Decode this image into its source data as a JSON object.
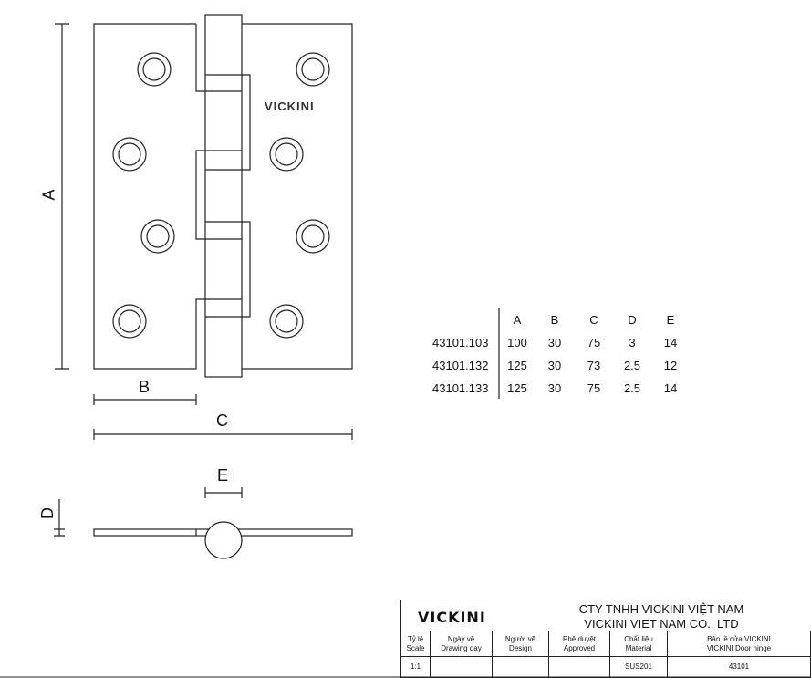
{
  "dimension_labels": {
    "A": "A",
    "B": "B",
    "C": "C",
    "D": "D",
    "E": "E"
  },
  "hinge_logo": "VICKINI",
  "spec_table": {
    "headers": [
      "A",
      "B",
      "C",
      "D",
      "E"
    ],
    "rows": [
      {
        "code": "43101.103",
        "values": [
          "100",
          "30",
          "75",
          "3",
          "14"
        ]
      },
      {
        "code": "43101.132",
        "values": [
          "125",
          "30",
          "73",
          "2.5",
          "12"
        ]
      },
      {
        "code": "43101.133",
        "values": [
          "125",
          "30",
          "75",
          "2.5",
          "14"
        ]
      }
    ]
  },
  "title_block": {
    "logo": "VICKINI",
    "company_vi": "CTY TNHH VICKINI VIỆT NAM",
    "company_en": "VICKINI VIET NAM CO., LTD",
    "columns": [
      {
        "label_vi": "Tỷ lệ",
        "label_en": "Scale",
        "value": "1:1"
      },
      {
        "label_vi": "Ngày vẽ",
        "label_en": "Drawing day",
        "value": ""
      },
      {
        "label_vi": "Người vẽ",
        "label_en": "Design",
        "value": ""
      },
      {
        "label_vi": "Phê duyệt",
        "label_en": "Approved",
        "value": ""
      },
      {
        "label_vi": "Chất liệu",
        "label_en": "Material",
        "value": "SUS201"
      },
      {
        "label_vi": "Bản lề cửa VICKINI",
        "label_en": "VICKINI Door hinge",
        "value": "43101"
      }
    ]
  }
}
